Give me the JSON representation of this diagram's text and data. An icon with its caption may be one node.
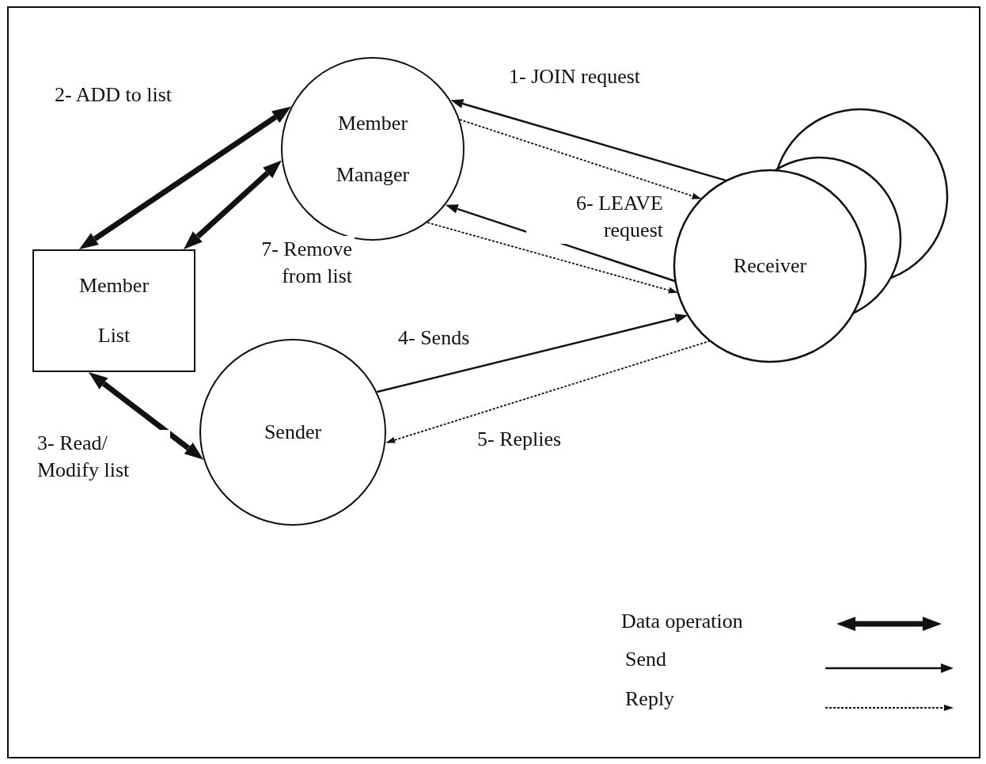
{
  "diagram": {
    "nodes": [
      {
        "text": [
          "Member Manager"
        ]
      },
      {
        "text": [
          "Member List"
        ]
      },
      {
        "text": [
          "Sender"
        ]
      },
      {
        "text": [
          "Receiver"
        ]
      }
    ],
    "edges": [
      {
        "from": 3,
        "to": 0,
        "arrow": "to",
        "label": "1- JOIN request"
      },
      {
        "from": 0,
        "to": 3,
        "arrow": "to",
        "style": "dashed"
      },
      {
        "from": 1,
        "to": 0,
        "arrow": "both",
        "style": "thick",
        "label": "2- ADD to list"
      },
      {
        "from": 0,
        "to": 1,
        "arrow": "both",
        "style": "thick",
        "label": "7- Remove from list"
      },
      {
        "from": 3,
        "to": 0,
        "arrow": "to",
        "label": "6- LEAVE request"
      },
      {
        "from": 0,
        "to": 3,
        "arrow": "to",
        "style": "dashed"
      },
      {
        "from": 1,
        "to": 2,
        "arrow": "both",
        "style": "thick",
        "label": "3- Read/ Modify list"
      },
      {
        "from": 2,
        "to": 3,
        "arrow": "to",
        "label": "4- Sends"
      },
      {
        "from": 3,
        "to": 2,
        "arrow": "to",
        "style": "dashed",
        "label": "5- Replies"
      }
    ],
    "legend": [
      {
        "text": "Data operation"
      },
      {
        "text": "Send"
      },
      {
        "text": "Reply"
      }
    ]
  }
}
